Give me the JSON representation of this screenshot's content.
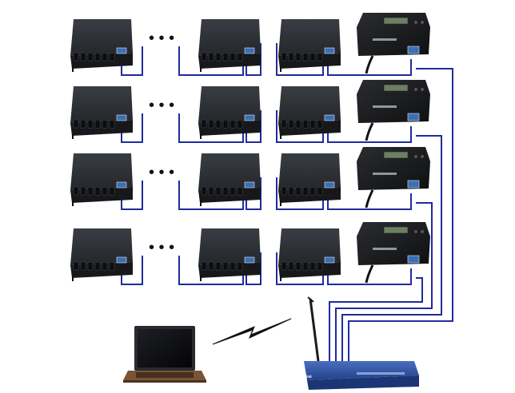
{
  "diagram": {
    "rows": [
      {
        "row": 1,
        "slave_units_left": 1,
        "ellipsis": "• • •",
        "slave_units_right": 2,
        "controller": "master-controller"
      },
      {
        "row": 2,
        "slave_units_left": 1,
        "ellipsis": "• • •",
        "slave_units_right": 2,
        "controller": "master-controller"
      },
      {
        "row": 3,
        "slave_units_left": 1,
        "ellipsis": "• • •",
        "slave_units_right": 2,
        "controller": "master-controller"
      },
      {
        "row": 4,
        "slave_units_left": 1,
        "ellipsis": "• • •",
        "slave_units_right": 2,
        "controller": "master-controller"
      }
    ],
    "router": {
      "brand": "D-Link"
    },
    "laptop": {
      "device": "laptop"
    },
    "link": {
      "type": "wireless"
    },
    "colors": {
      "cable": "#1f2c9c",
      "device_body": "#2b2f34",
      "device_dark": "#16181b",
      "port": "#3b6fb5",
      "router_body": "#2c4f9e",
      "laptop_screen": "#0b0b0d",
      "laptop_base": "#6a4a2f"
    },
    "icons": [
      "slave-controller-icon",
      "master-controller-icon",
      "wireless-router-icon",
      "laptop-icon",
      "wireless-link-icon",
      "ethernet-port-icon"
    ]
  }
}
